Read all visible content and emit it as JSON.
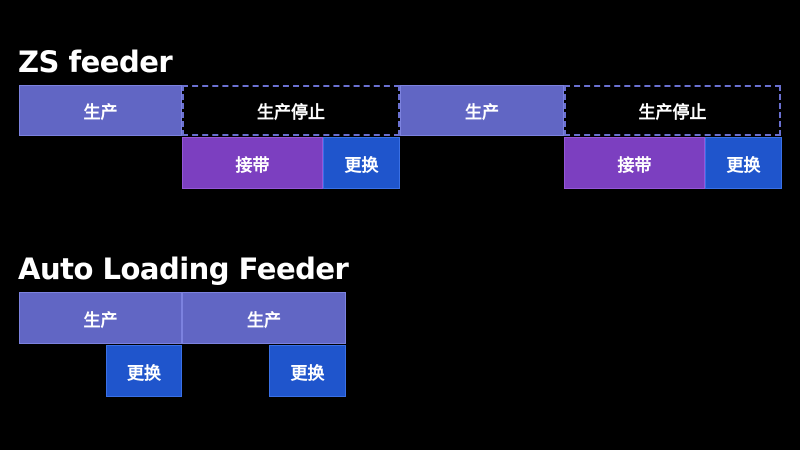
{
  "zs_feeder": {
    "title": "ZS feeder",
    "produce_label": "生产",
    "stop_label": "生产停止",
    "splice_label": "接带",
    "change_label": "更换"
  },
  "auto_loading_feeder": {
    "title": "Auto Loading Feeder",
    "produce_label": "生产",
    "change_label": "更换"
  },
  "colors": {
    "background": "#000000",
    "produce": "#6166c4",
    "stop_border": "#6a70d0",
    "splice": "#7c3fc0",
    "change": "#1f55cc",
    "text": "#ffffff"
  }
}
